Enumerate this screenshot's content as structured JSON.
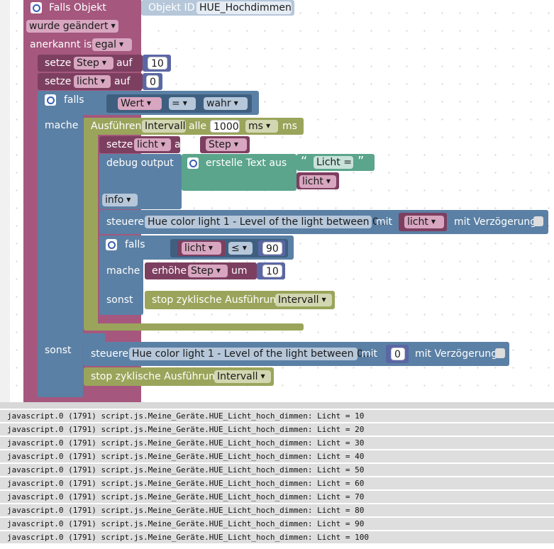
{
  "trigger": {
    "title": "Falls Objekt",
    "object_id_label": "Objekt ID",
    "object_id_value": "HUE_Hochdimmen",
    "condition": "wurde geändert",
    "acknowledged_label": "anerkannt ist",
    "acknowledged_value": "egal"
  },
  "set_step": {
    "setze": "setze",
    "var": "Step",
    "auf": "auf",
    "value": "10"
  },
  "set_licht": {
    "setze": "setze",
    "var": "licht",
    "auf": "auf",
    "value": "0"
  },
  "outer_if": {
    "falls": "falls",
    "cond_left": "Wert",
    "cond_op": "=",
    "cond_right": "wahr",
    "mache": "mache",
    "sonst": "sonst"
  },
  "interval": {
    "label": "Ausführen",
    "name": "Intervall",
    "alle": "alle",
    "value": "1000",
    "unit": "ms",
    "unit_suffix": "ms"
  },
  "set_licht_step": {
    "setze": "setze",
    "var": "licht",
    "auf": "auf",
    "value": "Step"
  },
  "debug": {
    "label": "debug output",
    "text_block": "erstelle Text aus",
    "open_quote": "“",
    "text": "Licht =",
    "close_quote": "”",
    "var": "licht",
    "level": "info"
  },
  "control1": {
    "label": "steuere",
    "target": "Hue color light 1 - Level of the light between 0...",
    "mit": "mit",
    "value": "licht",
    "delay": "mit Verzögerung"
  },
  "inner_if": {
    "falls": "falls",
    "cond_left": "licht",
    "cond_op": "≤",
    "cond_right": "90",
    "mache": "mache",
    "sonst": "sonst"
  },
  "increase": {
    "label": "erhöhe",
    "var": "Step",
    "um": "um",
    "value": "10"
  },
  "stop_inner": {
    "label": "stop zyklische Ausführung",
    "name": "Intervall"
  },
  "control2": {
    "label": "steuere",
    "target": "Hue color light 1 - Level of the light between 0...",
    "mit": "mit",
    "value": "0",
    "delay": "mit Verzögerung"
  },
  "stop_outer": {
    "label": "stop zyklische Ausführung",
    "name": "Intervall"
  },
  "log": [
    "javascript.0 (1791) script.js.Meine_Geräte.HUE_Licht_hoch_dimmen: Licht = 10",
    "javascript.0 (1791) script.js.Meine_Geräte.HUE_Licht_hoch_dimmen: Licht = 20",
    "javascript.0 (1791) script.js.Meine_Geräte.HUE_Licht_hoch_dimmen: Licht = 30",
    "javascript.0 (1791) script.js.Meine_Geräte.HUE_Licht_hoch_dimmen: Licht = 40",
    "javascript.0 (1791) script.js.Meine_Geräte.HUE_Licht_hoch_dimmen: Licht = 50",
    "javascript.0 (1791) script.js.Meine_Geräte.HUE_Licht_hoch_dimmen: Licht = 60",
    "javascript.0 (1791) script.js.Meine_Geräte.HUE_Licht_hoch_dimmen: Licht = 70",
    "javascript.0 (1791) script.js.Meine_Geräte.HUE_Licht_hoch_dimmen: Licht = 80",
    "javascript.0 (1791) script.js.Meine_Geräte.HUE_Licht_hoch_dimmen: Licht = 90",
    "javascript.0 (1791) script.js.Meine_Geräte.HUE_Licht_hoch_dimmen: Licht = 100"
  ]
}
